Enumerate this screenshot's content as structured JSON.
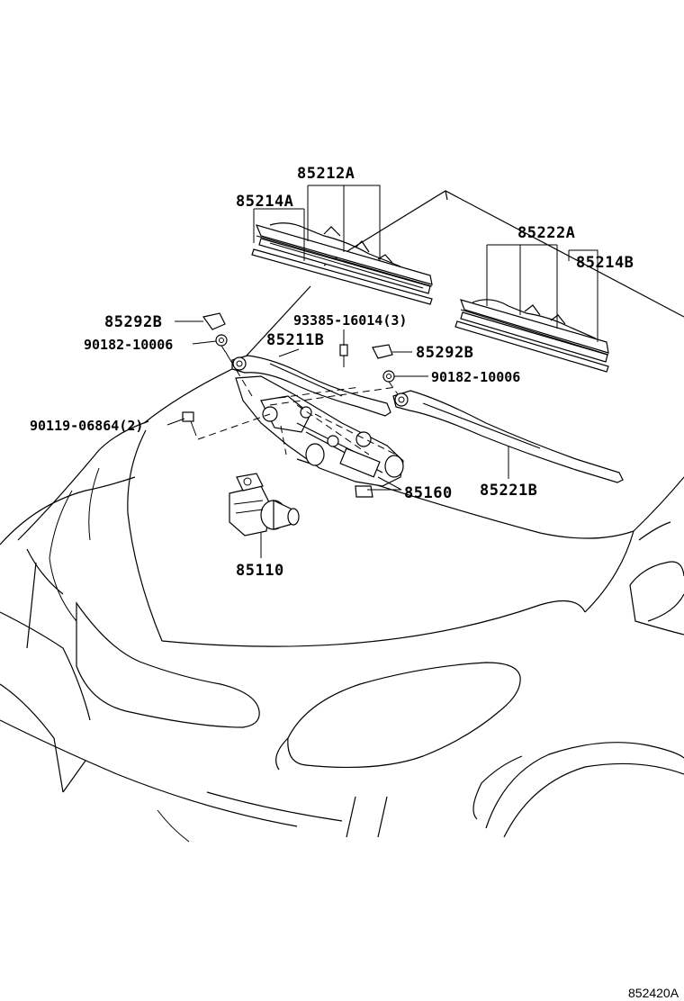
{
  "labels": {
    "blade_assy_front_left": "85212A",
    "blade_refill_left": "85214A",
    "blade_assy_right": "85222A",
    "blade_refill_right": "85214B",
    "cap_left": "85292B",
    "nut_left": "90182-10006",
    "bolt_link": "93385-16014(3)",
    "arm_left": "85211B",
    "cap_right": "85292B",
    "nut_right": "90182-10006",
    "bolt_motor": "90119-06864(2)",
    "link_assy": "85160",
    "arm_right": "85221B",
    "motor": "85110"
  },
  "diagram_code": "852420A"
}
